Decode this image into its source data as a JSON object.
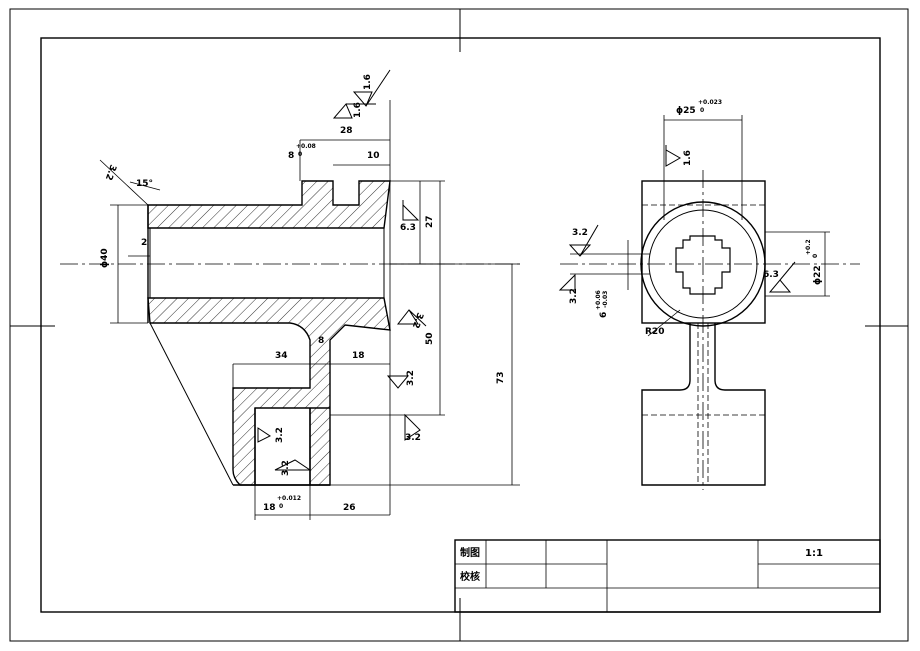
{
  "dimensions": {
    "d_phi40": "ϕ40",
    "d_2": "2",
    "d_15deg": "15°",
    "d_8": "8",
    "d_8_tol": "+0.08",
    "d_8_tol_low": "0",
    "d_10": "10",
    "d_28": "28",
    "d_27": "27",
    "d_50": "50",
    "d_73": "73",
    "d_34": "34",
    "d_8b": "8",
    "d_18": "18",
    "d_18b": "18",
    "d_18b_tol": "+0.012",
    "d_18b_tol_low": "0",
    "d_26": "26",
    "d_phi25": "ϕ25",
    "d_phi25_tol": "+0.023",
    "d_phi25_tol_low": "0",
    "d_phi22": "ϕ22",
    "d_phi22_tol": "+0.2",
    "d_phi22_tol_low": "0",
    "d_6": "6",
    "d_6_tol": "+0.06",
    "d_6_tol_low": "-0.03",
    "d_R20": "R20"
  },
  "roughness": {
    "r_top_1": "1.6",
    "r_top_2": "1.6",
    "r_left": "3.2",
    "r_right_63": "6.3",
    "r_mid_32": "3.2",
    "r_low_32": "3.2",
    "r_bottom_32": "3.2",
    "r_slot_32a": "3.2",
    "r_slot_32b": "3.2",
    "r_rv_16": "1.6",
    "r_rv_32a": "3.2",
    "r_rv_32b": "3.2",
    "r_rv_63": "6.3"
  },
  "title_block": {
    "drawn_label": "制图",
    "checked_label": "校核",
    "scale": "1:1"
  }
}
